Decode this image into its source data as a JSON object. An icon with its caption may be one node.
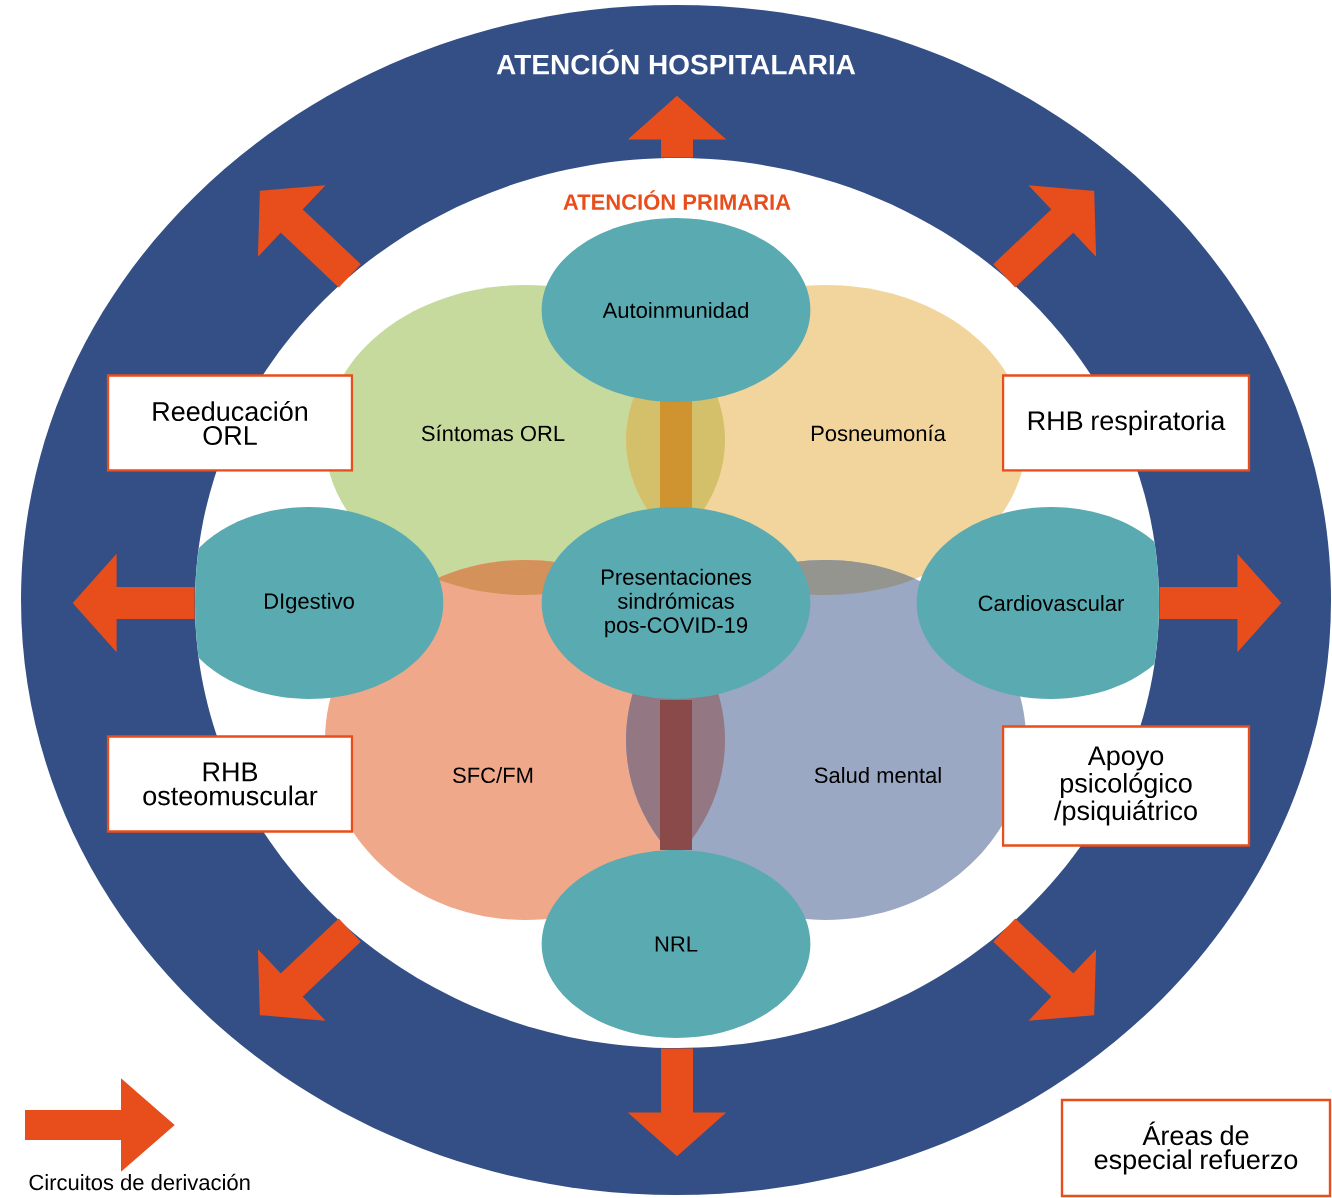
{
  "diagram": {
    "nodes": [
      {
        "text": [
          "ATENCIÓN HOSPITALARIA"
        ]
      },
      {
        "text": [
          "ATENCIÓN PRIMARIA"
        ],
        "in": 0
      },
      {
        "text": [
          "Autoinmunidad"
        ],
        "in": 1
      },
      {
        "text": [
          "Reeducación ORL"
        ],
        "in": 0
      },
      {
        "text": [
          "Síntomas ORL"
        ],
        "in": 1
      },
      {
        "text": [
          "Posneumonía"
        ],
        "in": 1
      },
      {
        "text": [
          "RHB respiratoria"
        ],
        "in": 0
      },
      {
        "text": [
          "DIgestivo"
        ],
        "in": 1
      },
      {
        "text": [
          "Presentaciones sindrómicas pos-COVID-19"
        ],
        "in": 1
      },
      {
        "text": [
          "Cardiovascular"
        ],
        "in": 1
      },
      {
        "text": [
          "RHB osteomuscular"
        ],
        "in": 0
      },
      {
        "text": [
          "SFC/FM"
        ],
        "in": 1
      },
      {
        "text": [
          "Salud mental"
        ],
        "in": 1
      },
      {
        "text": [
          "Apoyo psicológico /psiquiátrico"
        ],
        "in": 0
      },
      {
        "text": [
          "NRL"
        ],
        "in": 1
      }
    ],
    "edges": [
      {
        "from": 1,
        "to": null,
        "arrow": "to"
      },
      {
        "from": 1,
        "to": null,
        "arrow": "to"
      },
      {
        "from": 1,
        "to": null,
        "arrow": "to"
      },
      {
        "from": 1,
        "to": null,
        "arrow": "to"
      },
      {
        "from": 1,
        "to": null,
        "arrow": "to"
      },
      {
        "from": 1,
        "to": null,
        "arrow": "to"
      },
      {
        "from": 1,
        "to": null,
        "arrow": "to"
      },
      {
        "from": 1,
        "to": null,
        "arrow": "to"
      }
    ],
    "legend": [
      {
        "text": "Circuitos de derivación"
      },
      {
        "text": "Áreas de especial refuerzo"
      }
    ]
  }
}
